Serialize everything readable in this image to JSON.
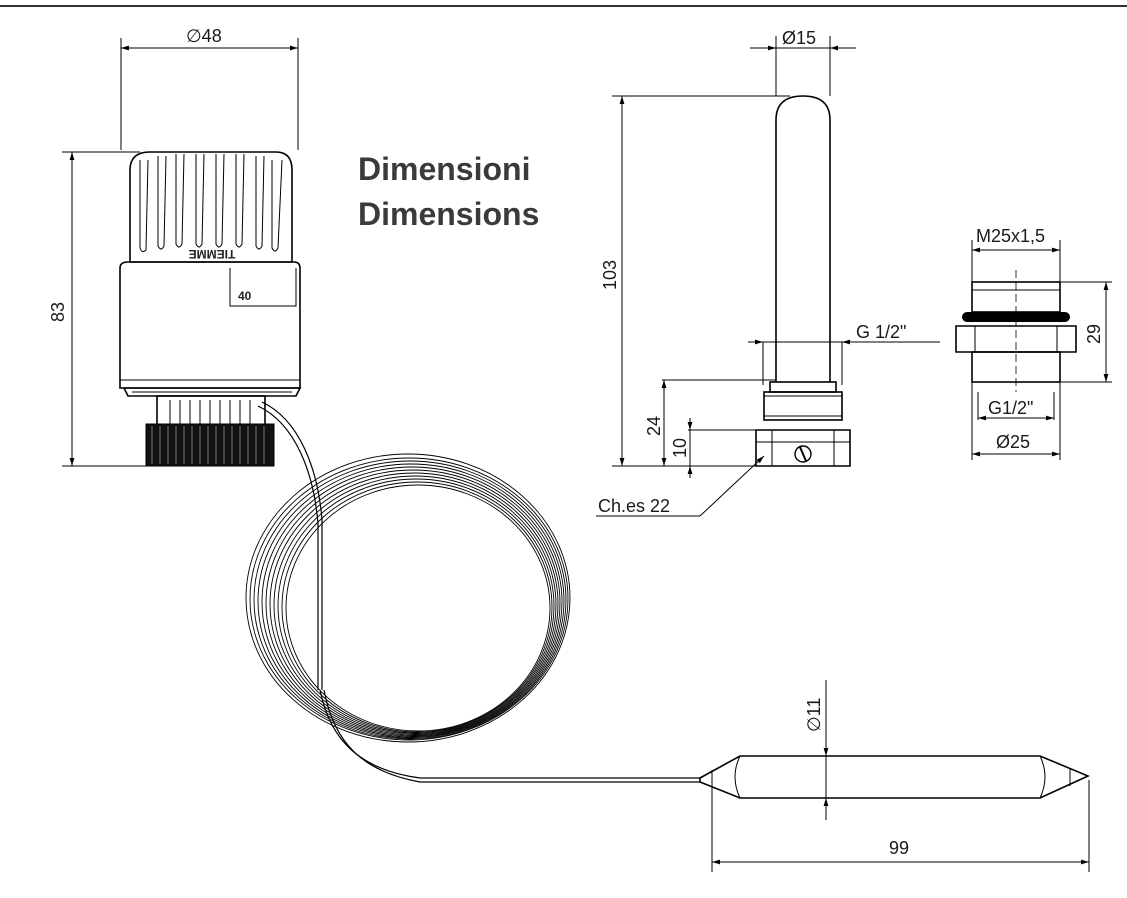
{
  "title": {
    "line1": "Dimensioni",
    "line2": "Dimensions"
  },
  "head": {
    "diameter_label": "∅48",
    "height_label": "83",
    "brand_text": "TIEMME",
    "scale_number": "40"
  },
  "sensor_pocket": {
    "diameter_label": "Ø15",
    "length_label": "103",
    "thread_label": "G 1/2\"",
    "dim_24": "24",
    "dim_10": "10",
    "wrench_label": "Ch.es 22"
  },
  "adapter": {
    "thread_label": "M25x1,5",
    "height_label": "29",
    "inner_thread_label": "G1/2\"",
    "diameter_label": "Ø25"
  },
  "bulb": {
    "diameter_label": "∅11",
    "length_label": "99"
  }
}
